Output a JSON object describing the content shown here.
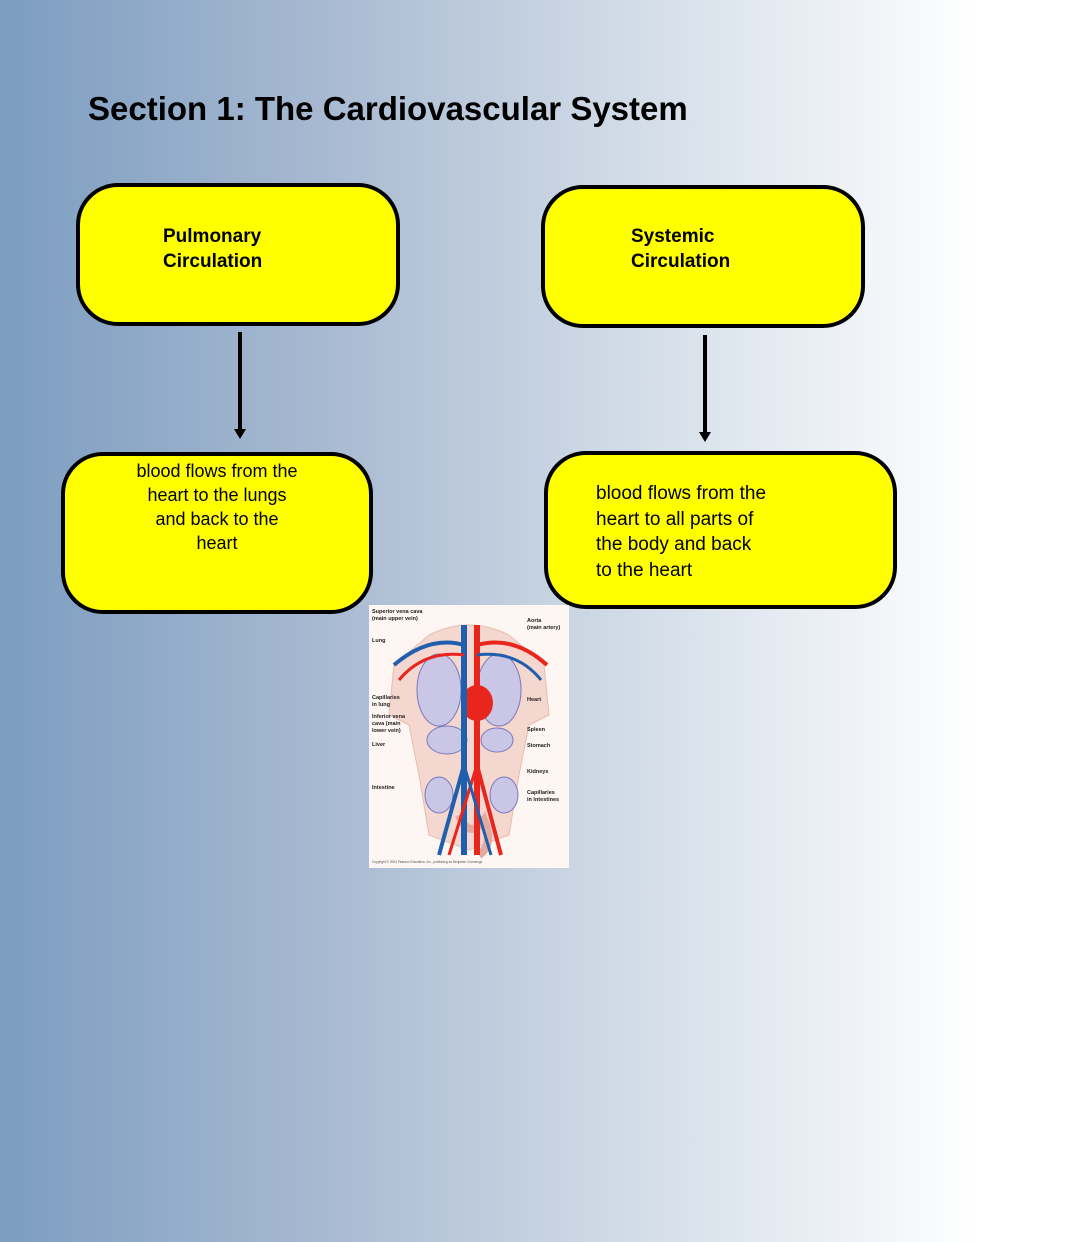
{
  "title": "Section 1: The Cardiovascular System",
  "pulmonary": {
    "label_line1": "Pulmonary",
    "label_line2": "Circulation",
    "desc_line1": "blood flows from the",
    "desc_line2": "heart to the lungs",
    "desc_line3": "and back to the",
    "desc_line4": "heart"
  },
  "systemic": {
    "label_line1": "Systemic",
    "label_line2": "Circulation",
    "desc_line1": "blood flows from the",
    "desc_line2": "heart to all parts of",
    "desc_line3": "the body and back",
    "desc_line4": "to the heart"
  },
  "illustration": {
    "left_labels": [
      "Superior vena cava",
      "(main upper vein)",
      "Lung",
      "Capillaries",
      "in lung",
      "Inferior vena",
      "cava (main",
      "lower vein)",
      "Liver",
      "Intestine"
    ],
    "right_labels": [
      "Aorta",
      "(main artery)",
      "Heart",
      "Spleen",
      "Stomach",
      "Kidneys",
      "Capillaries",
      "in intestines"
    ],
    "copyright": "Copyright © 2004 Pearson Education, Inc., publishing as Benjamin Cummings"
  },
  "colors": {
    "box_fill": "#ffff00",
    "artery": "#e8261e",
    "vein": "#1f5fae"
  }
}
